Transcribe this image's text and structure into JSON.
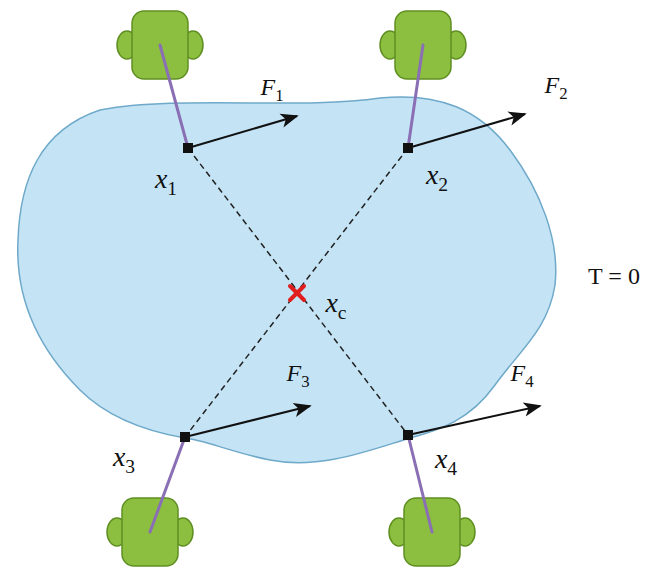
{
  "diagram": {
    "labels": [
      "F1",
      "F2",
      "x1",
      "x2",
      "xc",
      "T = 0",
      "F3",
      "F4",
      "x3",
      "x4"
    ]
  }
}
